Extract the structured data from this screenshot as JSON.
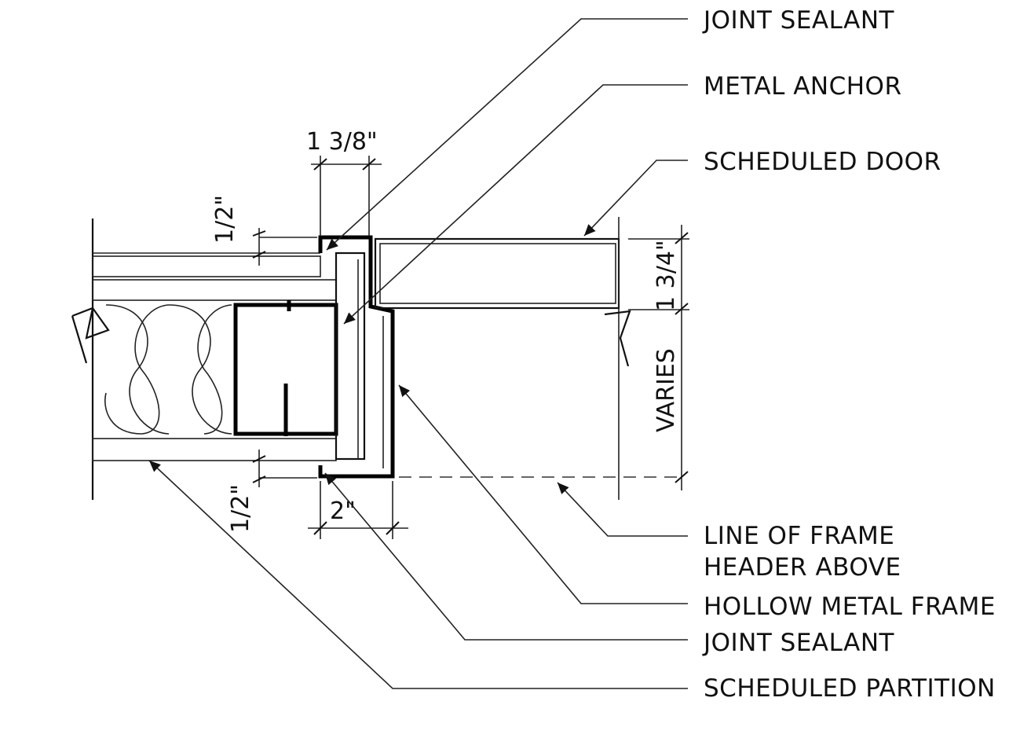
{
  "labels": {
    "joint_sealant_top": "JOINT SEALANT",
    "metal_anchor": "METAL ANCHOR",
    "scheduled_door": "SCHEDULED DOOR",
    "line_of_frame_1": "LINE OF FRAME",
    "line_of_frame_2": "HEADER ABOVE",
    "hollow_metal_frame": "HOLLOW METAL FRAME",
    "joint_sealant_bottom": "JOINT SEALANT",
    "scheduled_partition": "SCHEDULED PARTITION"
  },
  "dimensions": {
    "frame_face_top": "1 3/8\"",
    "board_top": "1/2\"",
    "board_bottom": "1/2\"",
    "frame_face_bottom": "2\"",
    "door_thickness": "1 3/4\"",
    "varies": "VARIES"
  },
  "colors": {
    "line": "#111111",
    "insulation_fill": "#e9e9e9",
    "door_fill": "#d4d4d4"
  }
}
